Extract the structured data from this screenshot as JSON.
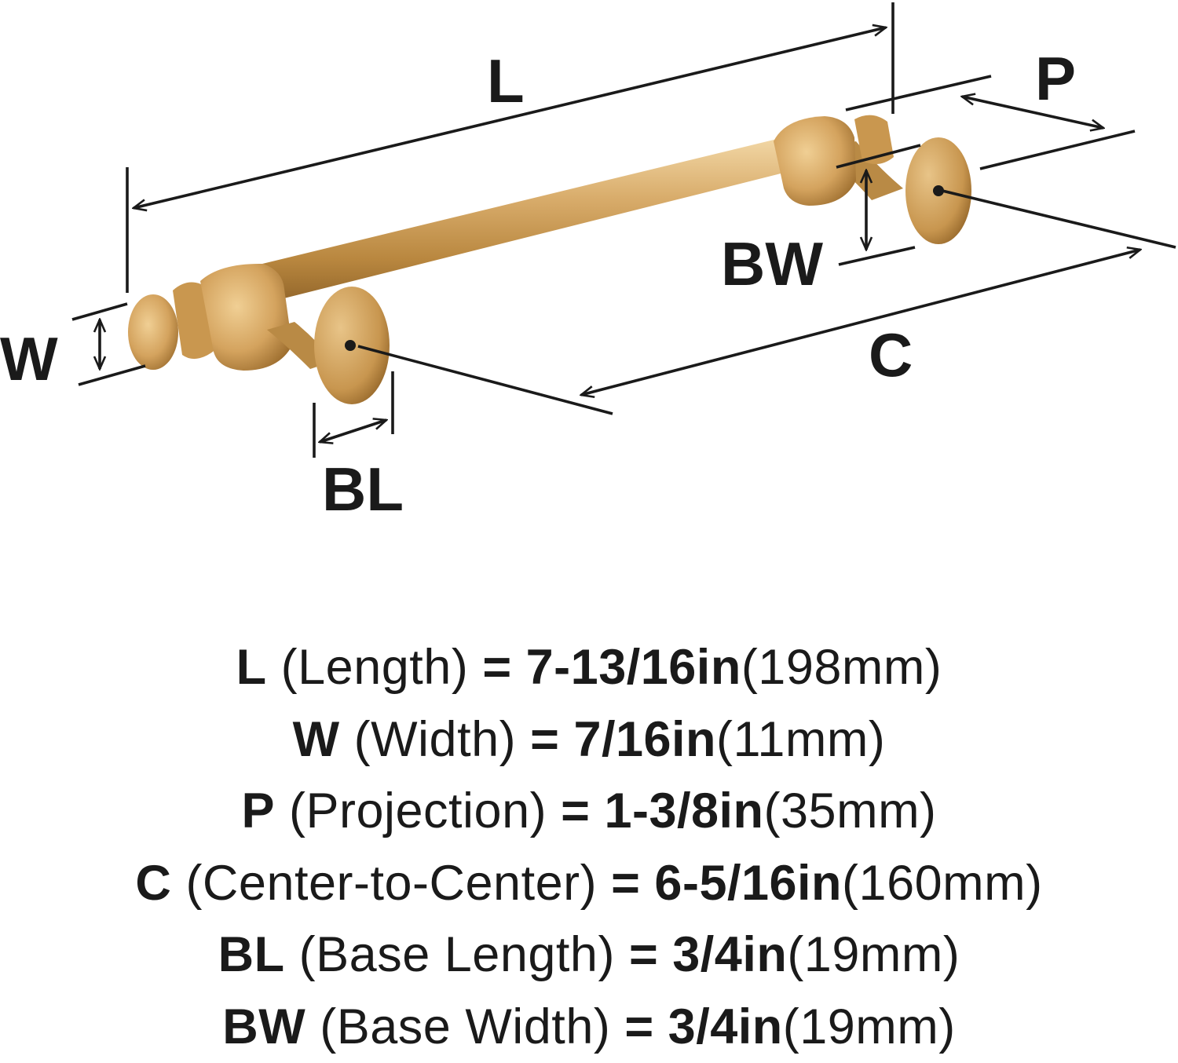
{
  "diagram": {
    "product": "cabinet-pull",
    "finish_color": "#c89a55",
    "labels": {
      "L": "L",
      "P": "P",
      "W": "W",
      "BW": "BW",
      "C": "C",
      "BL": "BL"
    }
  },
  "specs": [
    {
      "key": "L",
      "name": "(Length)",
      "imperial": "7-13/16in",
      "metric": "(198mm)"
    },
    {
      "key": "W",
      "name": "(Width)",
      "imperial": "7/16in",
      "metric": "(11mm)"
    },
    {
      "key": "P",
      "name": "(Projection)",
      "imperial": "1-3/8in",
      "metric": "(35mm)"
    },
    {
      "key": "C",
      "name": "(Center-to-Center)",
      "imperial": "6-5/16in",
      "metric": "(160mm)"
    },
    {
      "key": "BL",
      "name": "(Base Length)",
      "imperial": "3/4in",
      "metric": "(19mm)"
    },
    {
      "key": "BW",
      "name": "(Base Width)",
      "imperial": "3/4in",
      "metric": "(19mm)"
    }
  ],
  "equals": "="
}
